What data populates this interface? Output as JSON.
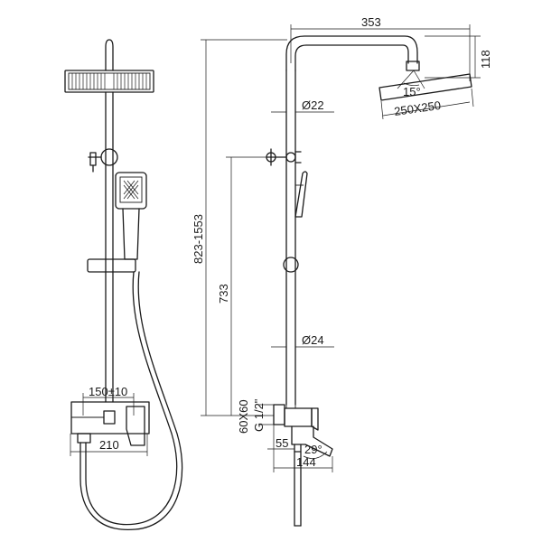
{
  "front_view": {
    "dim_valve_width": "150±10",
    "dim_body_width": "210"
  },
  "side_view": {
    "dim_arm_reach": "353",
    "dim_head_drop": "118",
    "dim_head_tilt": "15°",
    "dim_head_size": "250X250",
    "dim_upper_pipe": "Ø22",
    "dim_lower_pipe": "Ø24",
    "dim_total_height": "823-1553",
    "dim_bracket_height": "733",
    "dim_wall_plate": "60X60",
    "dim_thread": "G 1/2\"",
    "dim_spout_offset": "55",
    "dim_spout_angle": "29°",
    "dim_spout_length": "144"
  }
}
